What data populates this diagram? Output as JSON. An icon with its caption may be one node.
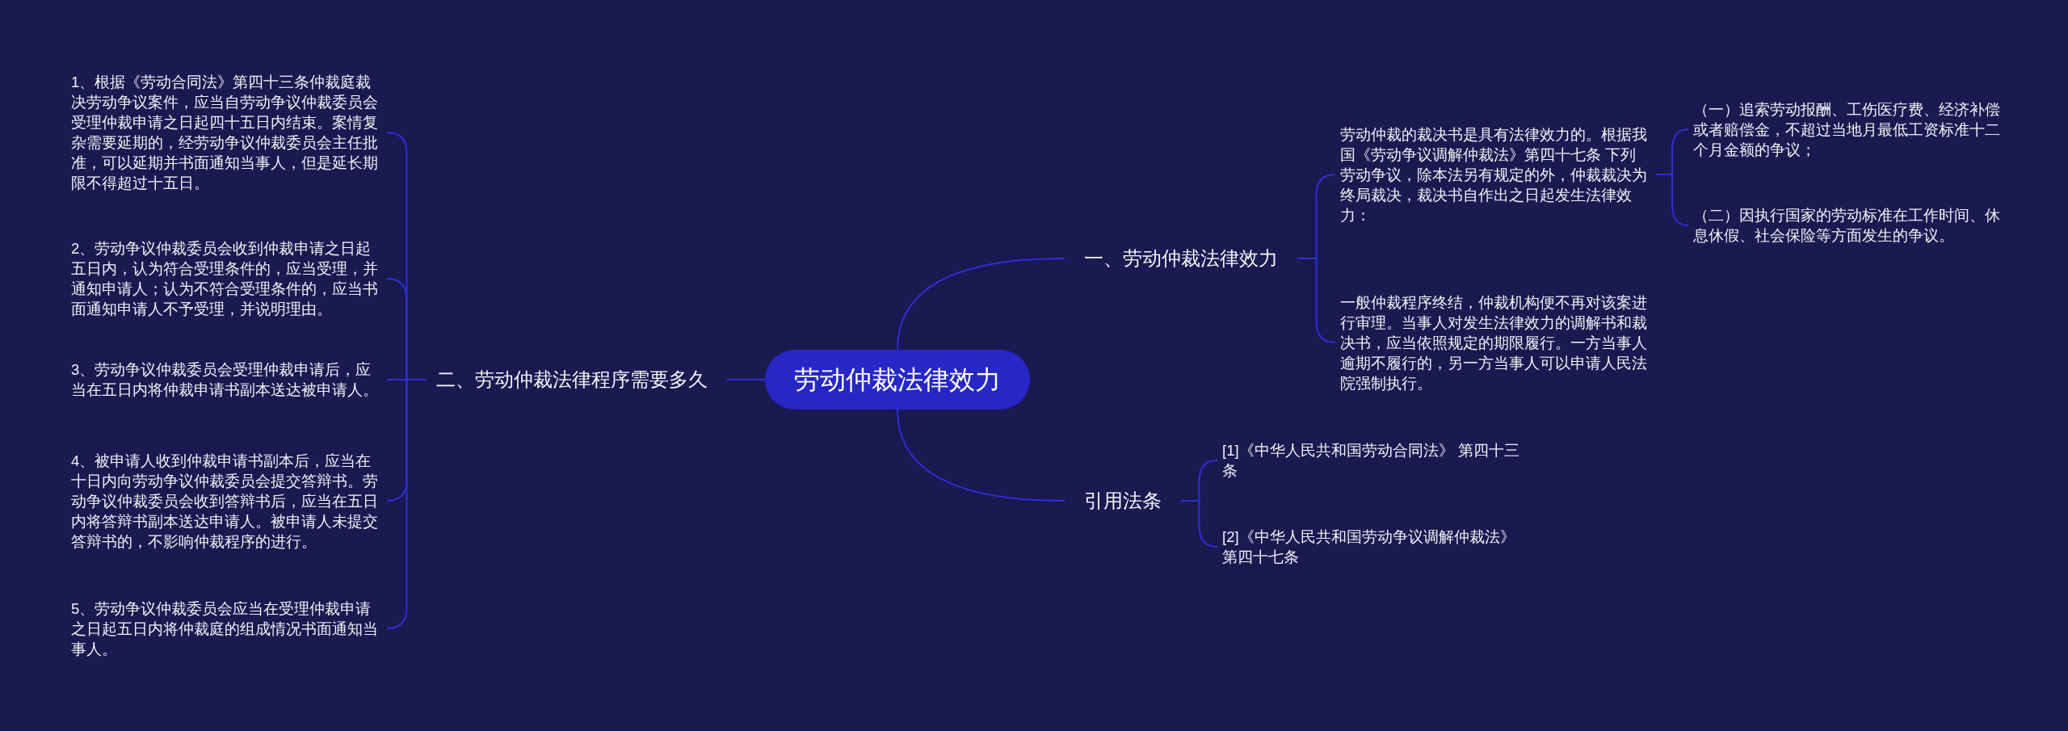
{
  "diagram": {
    "nodes": [
      {
        "text": [
          "劳动仲裁法律效力"
        ]
      },
      {
        "text": [
          "一、劳动仲裁法律效力"
        ]
      },
      {
        "text": [
          "劳动仲裁的裁决书是具有法律效力的。根据我国《劳动争议调解仲裁法》第四十七条 下列劳动争议，除本法另有规定的外，仲裁裁决为终局裁决，裁决书自作出之日起发生法律效力："
        ]
      },
      {
        "text": [
          "（一）追索劳动报酬、工伤医疗费、经济补偿或者赔偿金，不超过当地月最低工资标准十二个月金额的争议；"
        ]
      },
      {
        "text": [
          "（二）因执行国家的劳动标准在工作时间、休息休假、社会保险等方面发生的争议。"
        ]
      },
      {
        "text": [
          "一般仲裁程序终结，仲裁机构便不再对该案进行审理。当事人对发生法律效力的调解书和裁决书，应当依照规定的期限履行。一方当事人逾期不履行的，另一方当事人可以申请人民法院强制执行。"
        ]
      },
      {
        "text": [
          "引用法条"
        ]
      },
      {
        "text": [
          "[1]《中华人民共和国劳动合同法》 第四十三条"
        ]
      },
      {
        "text": [
          "[2]《中华人民共和国劳动争议调解仲裁法》第四十七条"
        ]
      },
      {
        "text": [
          "二、劳动仲裁法律程序需要多久"
        ]
      },
      {
        "text": [
          "1、根据《劳动合同法》第四十三条仲裁庭裁决劳动争议案件，应当自劳动争议仲裁委员会受理仲裁申请之日起四十五日内结束。案情复杂需要延期的，经劳动争议仲裁委员会主任批准，可以延期并书面通知当事人，但是延长期限不得超过十五日。"
        ]
      },
      {
        "text": [
          "2、劳动争议仲裁委员会收到仲裁申请之日起五日内，认为符合受理条件的，应当受理，并通知申请人；认为不符合受理条件的，应当书面通知申请人不予受理，并说明理由。"
        ]
      },
      {
        "text": [
          "3、劳动争议仲裁委员会受理仲裁申请后，应当在五日内将仲裁申请书副本送达被申请人。"
        ]
      },
      {
        "text": [
          "4、被申请人收到仲裁申请书副本后，应当在十日内向劳动争议仲裁委员会提交答辩书。劳动争议仲裁委员会收到答辩书后，应当在五日内将答辩书副本送达申请人。被申请人未提交答辩书的，不影响仲裁程序的进行。"
        ]
      },
      {
        "text": [
          "5、劳动争议仲裁委员会应当在受理仲裁申请之日起五日内将仲裁庭的组成情况书面通知当事人。"
        ]
      }
    ],
    "edges": [
      {
        "from": 0,
        "to": 1,
        "arrow": "none"
      },
      {
        "from": 1,
        "to": 2,
        "arrow": "none"
      },
      {
        "from": 2,
        "to": 3,
        "arrow": "none"
      },
      {
        "from": 2,
        "to": 4,
        "arrow": "none"
      },
      {
        "from": 1,
        "to": 5,
        "arrow": "none"
      },
      {
        "from": 0,
        "to": 6,
        "arrow": "none"
      },
      {
        "from": 6,
        "to": 7,
        "arrow": "none"
      },
      {
        "from": 6,
        "to": 8,
        "arrow": "none"
      },
      {
        "from": 0,
        "to": 9,
        "arrow": "none"
      },
      {
        "from": 9,
        "to": 10,
        "arrow": "none"
      },
      {
        "from": 9,
        "to": 11,
        "arrow": "none"
      },
      {
        "from": 9,
        "to": 12,
        "arrow": "none"
      },
      {
        "from": 9,
        "to": 13,
        "arrow": "none"
      },
      {
        "from": 9,
        "to": 14,
        "arrow": "none"
      }
    ]
  }
}
